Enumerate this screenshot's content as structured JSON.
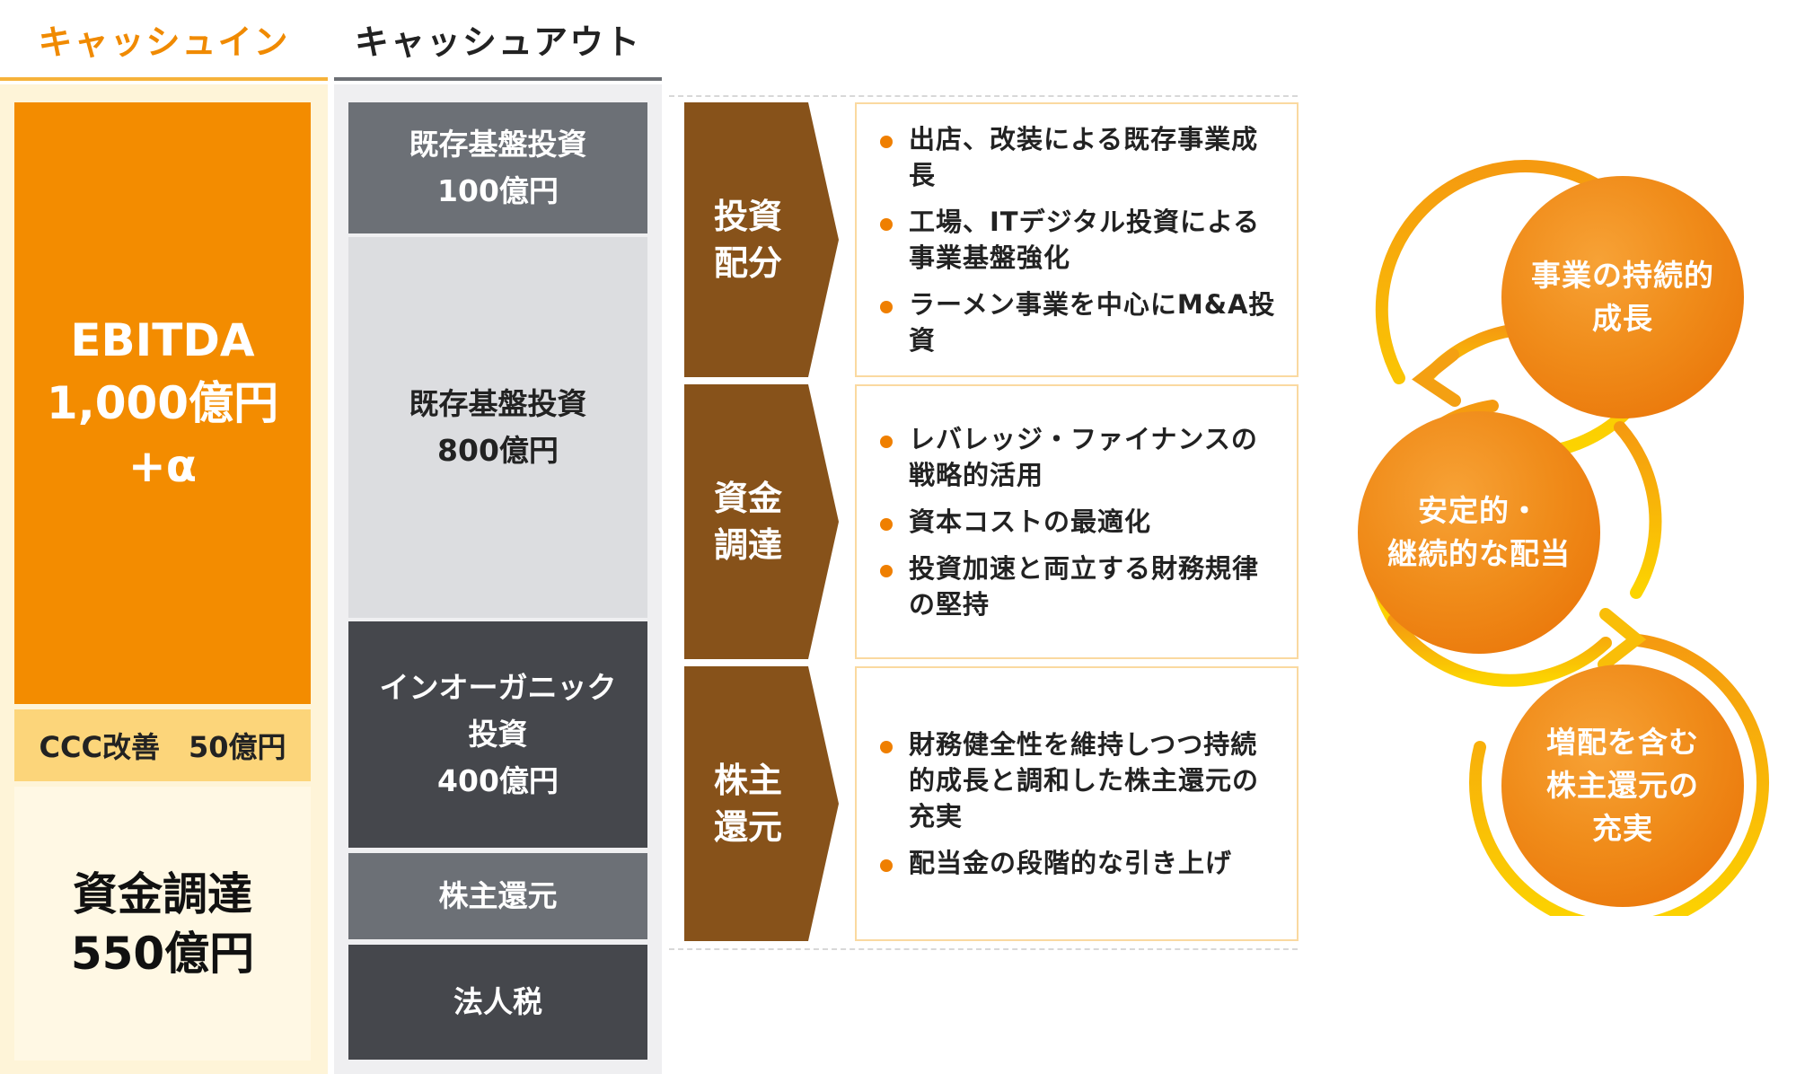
{
  "headers": {
    "cash_in": "キャッシュイン",
    "cash_out": "キャッシュアウト"
  },
  "cash_in": {
    "ebitda": [
      "EBITDA",
      "1,000億円",
      "+α"
    ],
    "ccc": "CCC改善　50億円",
    "funding": [
      "資金調達",
      "550億円"
    ]
  },
  "cash_out": {
    "base1": [
      "既存基盤投資",
      "100億円"
    ],
    "base2": [
      "既存基盤投資",
      "800億円"
    ],
    "inorganic": [
      "インオーガニック",
      "投資",
      "400億円"
    ],
    "shareholder": "株主還元",
    "tax": "法人税"
  },
  "arrows": [
    {
      "label": [
        "投資",
        "配分"
      ]
    },
    {
      "label": [
        "資金",
        "調達"
      ]
    },
    {
      "label": [
        "株主",
        "還元"
      ]
    }
  ],
  "details": [
    {
      "bullets": [
        [
          "出店、改装による既存事業成",
          "長"
        ],
        [
          "工場、ITデジタル投資による",
          "事業基盤強化"
        ],
        [
          "ラーメン事業を中心にM&A投",
          "資"
        ]
      ]
    },
    {
      "bullets": [
        [
          "レバレッジ・ファイナンスの",
          "戦略的活用"
        ],
        [
          "資本コストの最適化"
        ],
        [
          "投資加速と両立する財務規律",
          "の堅持"
        ]
      ]
    },
    {
      "bullets": [
        [
          "財務健全性を維持しつつ持続",
          "的成長と調和した株主還元の",
          "充実"
        ],
        [
          "配当金の段階的な引き上げ"
        ]
      ]
    }
  ],
  "circles": {
    "top": [
      "事業の持続的",
      "成長"
    ],
    "middle": [
      "安定的・",
      "継続的な配当"
    ],
    "bottom": [
      "増配を含む",
      "株主還元の",
      "充実"
    ]
  },
  "colors": {
    "orange": "#f38c00",
    "arrow_brown": "#87521a",
    "gray_dark": "#45474c",
    "gray_mid": "#6c7076",
    "gray_light": "#dcdde0",
    "ring_yellow": "#fcd000"
  }
}
